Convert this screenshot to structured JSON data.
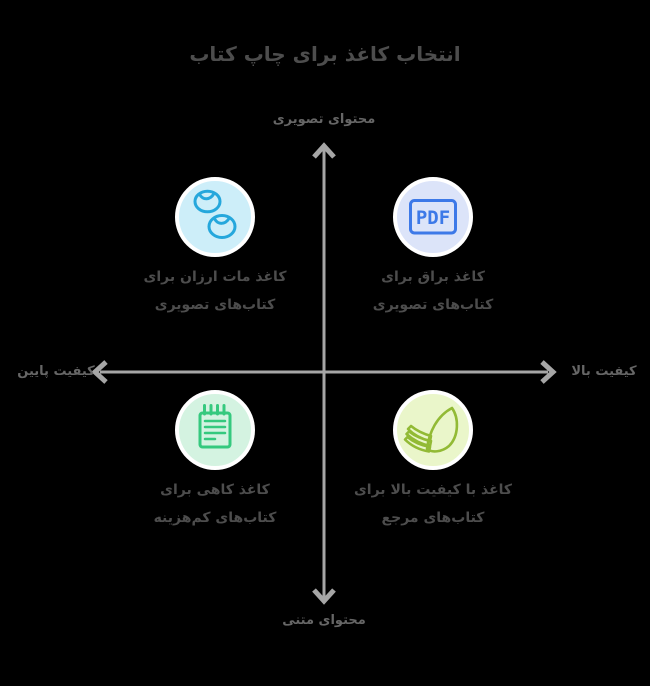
{
  "title": "انتخاب کاغذ برای چاپ کتاب",
  "axes": {
    "top": "محتوای تصویری",
    "bottom": "محتوای متنی",
    "left": "کیفیت پایین",
    "right": "کیفیت بالا"
  },
  "quadrants": [
    {
      "position": "top-left",
      "icon": "matte-stones-icon",
      "line1": "کاغذ مات ارزان برای",
      "line2": "کتاب‌های تصویری"
    },
    {
      "position": "top-right",
      "icon": "pdf-icon",
      "icon_label": "PDF",
      "line1": "کاغذ براق برای",
      "line2": "کتاب‌های تصویری"
    },
    {
      "position": "bottom-left",
      "icon": "notepad-icon",
      "line1": "کاغذ کاهی برای",
      "line2": "کتاب‌های کم‌هزینه"
    },
    {
      "position": "bottom-right",
      "icon": "book-pages-icon",
      "line1": "کاغذ با کیفیت بالا برای",
      "line2": "کتاب‌های مرجع"
    }
  ],
  "colors": {
    "background": "#000000",
    "text_primary": "#4d4d4d",
    "axis_label": "#666666",
    "axis_line": "#a6a6a6",
    "icon_ring": "#ffffff",
    "matte_fill": "#cdeef9",
    "matte_stroke": "#25a7dc",
    "pdf_fill": "#dce4f9",
    "pdf_stroke": "#3d79e8",
    "notepad_fill": "#d4f3e1",
    "notepad_stroke": "#35c97e",
    "book_fill": "#eaf6ca",
    "book_stroke": "#92ba35"
  }
}
